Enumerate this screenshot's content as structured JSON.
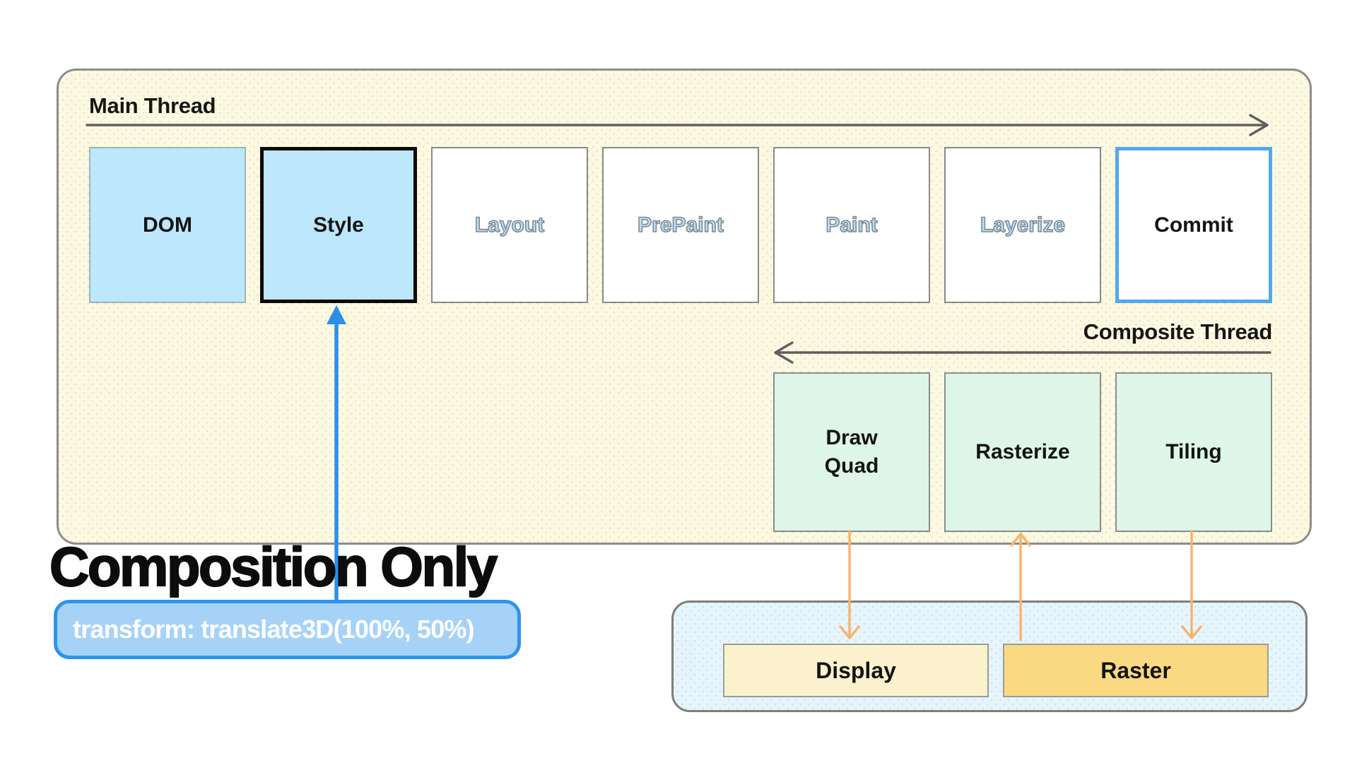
{
  "main_panel": {
    "thread_label": "Main Thread",
    "stages": [
      {
        "label": "DOM"
      },
      {
        "label": "Style"
      },
      {
        "label": "Layout"
      },
      {
        "label": "PrePaint"
      },
      {
        "label": "Paint"
      },
      {
        "label": "Layerize"
      },
      {
        "label": "Commit"
      }
    ],
    "composite_thread_label": "Composite Thread",
    "composite_stages": [
      {
        "label": "Draw Quad"
      },
      {
        "label": "Rasterize"
      },
      {
        "label": "Tiling"
      }
    ]
  },
  "annotation": {
    "title": "Composition Only",
    "code": "transform: translate3D(100%, 50%)"
  },
  "gpu_panel": {
    "display_label": "Display",
    "raster_label": "Raster"
  },
  "colors": {
    "panel_yellow": "#FCF9E2",
    "stage_blue": "#BDE7FA",
    "ghost_text_blue": "#B8E1F8",
    "commit_border_blue": "#4FA9F0",
    "composite_green": "#DDF6E7",
    "gpu_panel_blue": "#E6F5FB",
    "display_cream": "#FCF1CD",
    "raster_gold": "#FAD983",
    "pill_fill": "#A6D2F7",
    "pill_border": "#2E93EE",
    "pointer_arrow_blue": "#2B8FEA",
    "flow_arrow_orange": "#F9B26D",
    "thread_arrow_gray": "#5F5F5F"
  }
}
